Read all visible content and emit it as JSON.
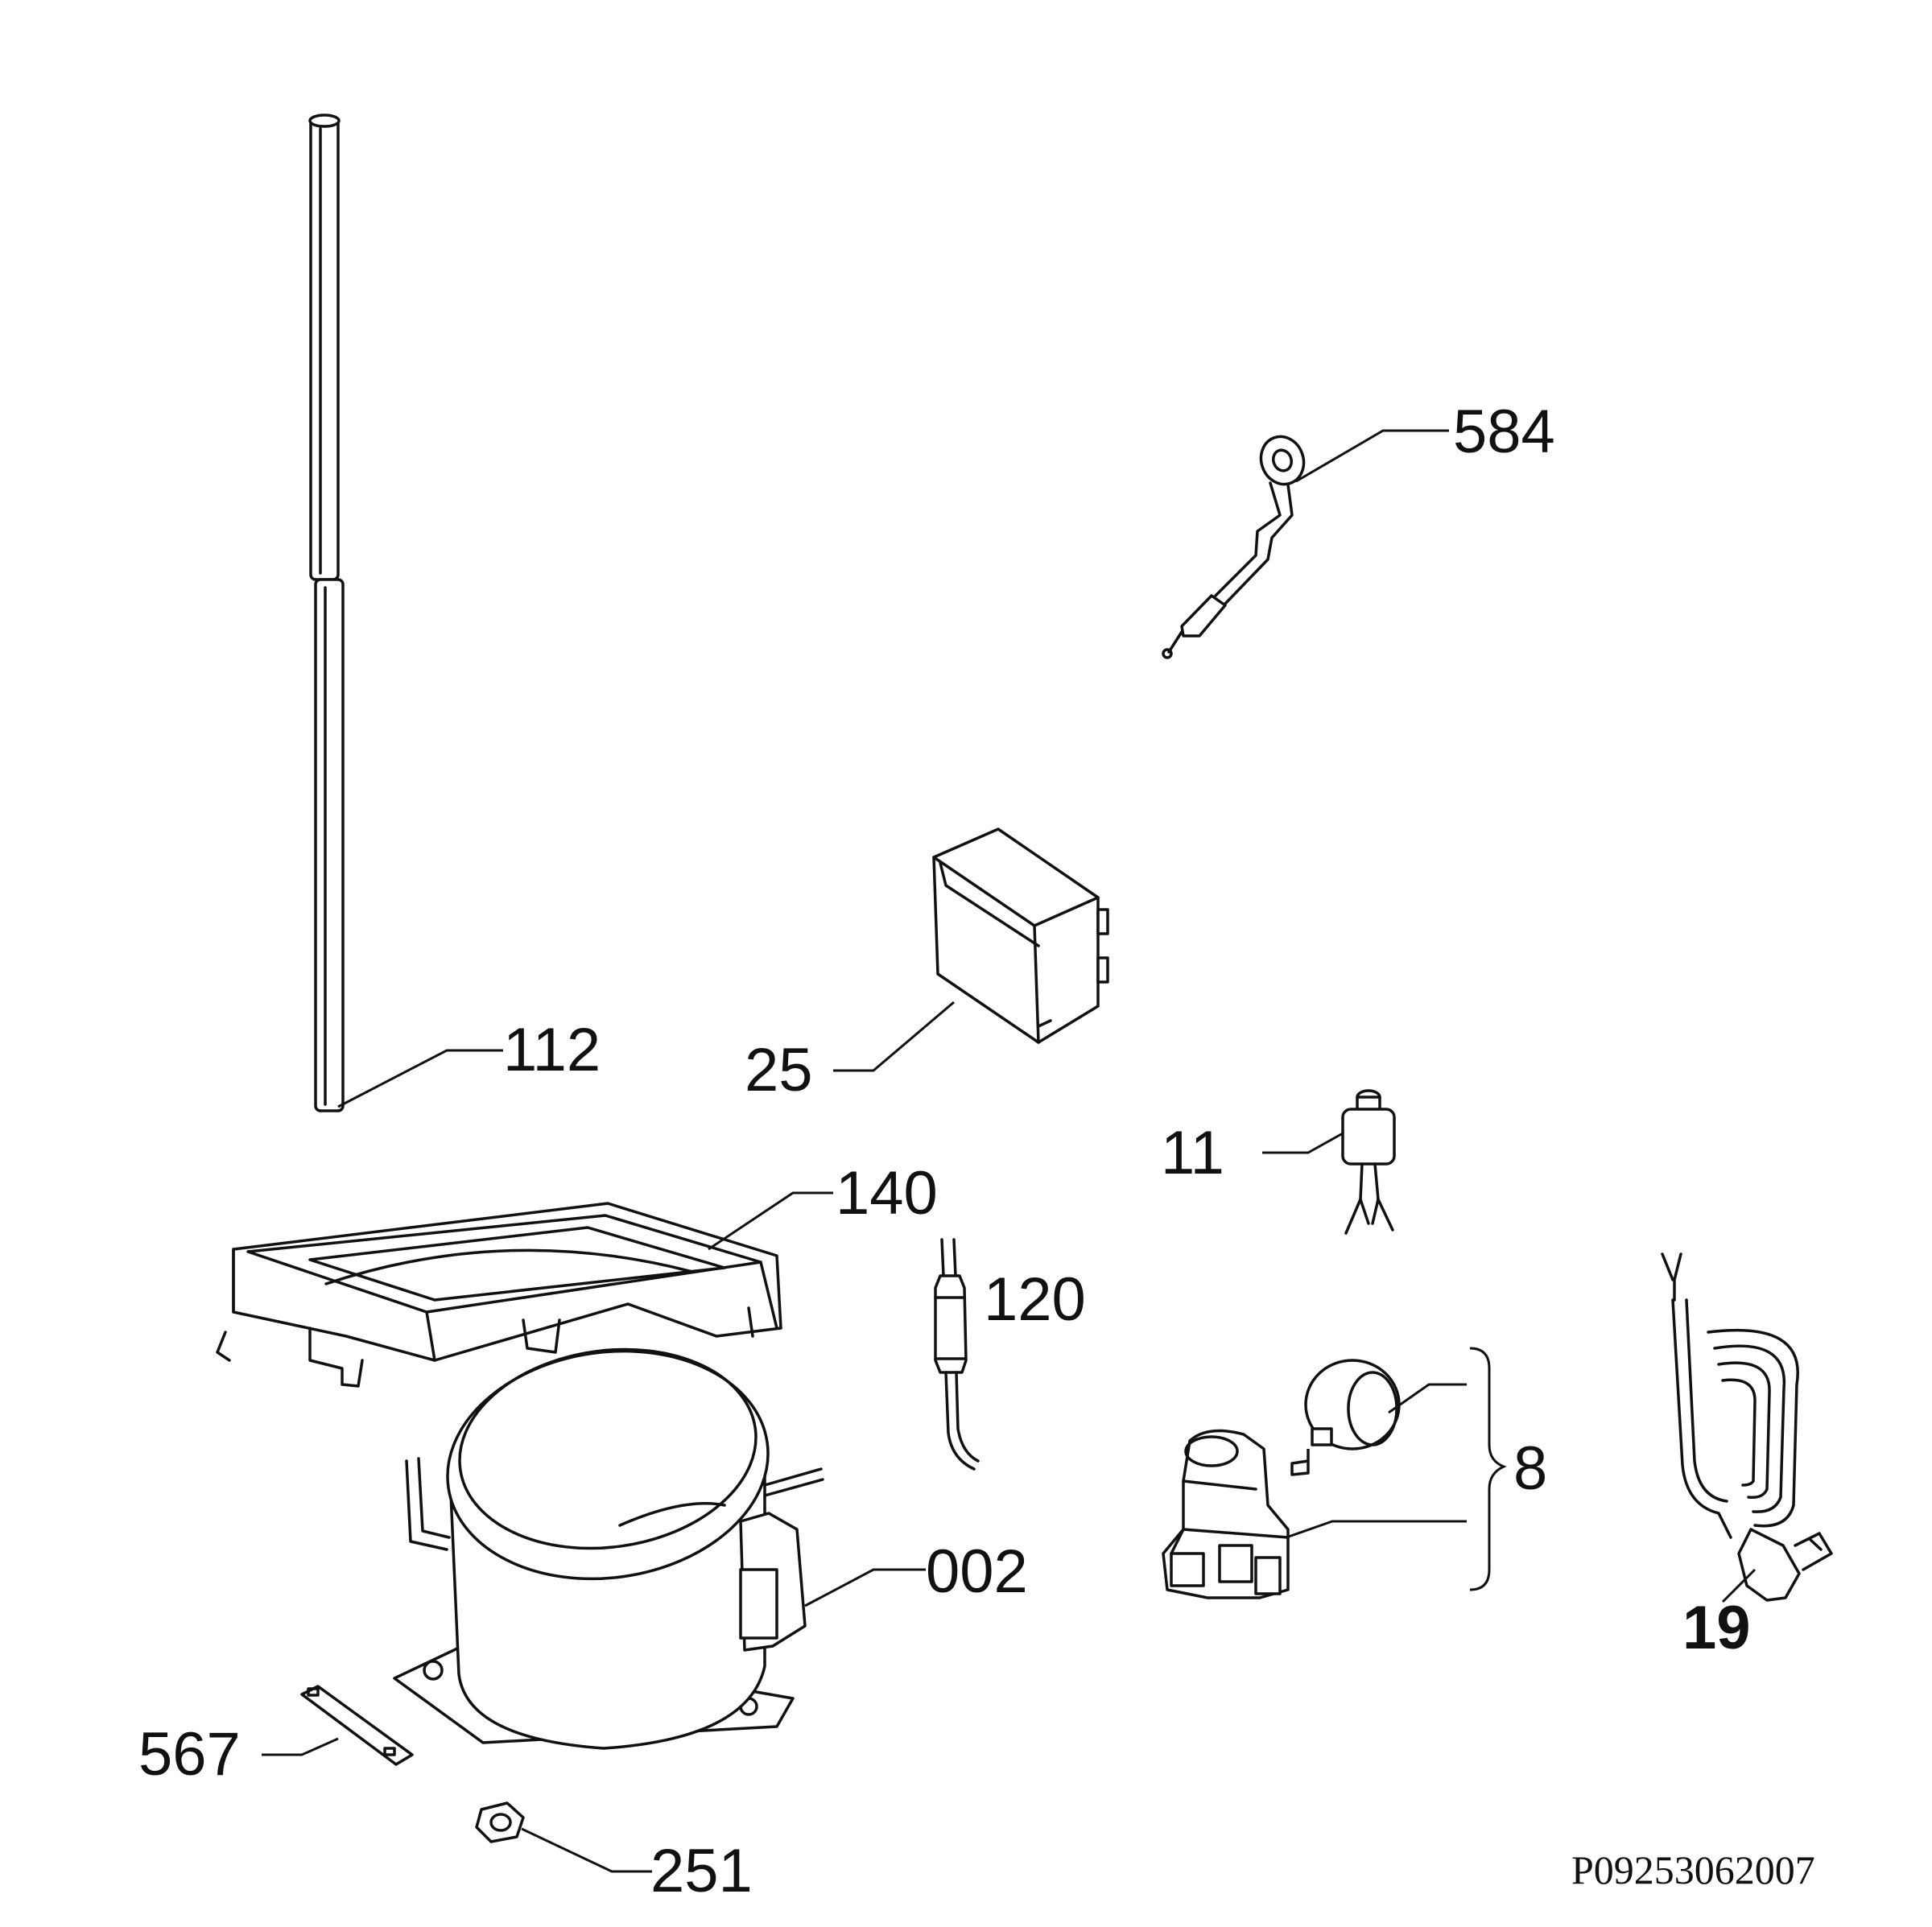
{
  "callouts": {
    "l112": "112",
    "l584": "584",
    "l25": "25",
    "l11": "11",
    "l140": "140",
    "l120": "120",
    "l8": "8",
    "l002": "002",
    "l19": "19",
    "l567": "567",
    "l251": "251"
  },
  "drawing_id": "P09253062007"
}
